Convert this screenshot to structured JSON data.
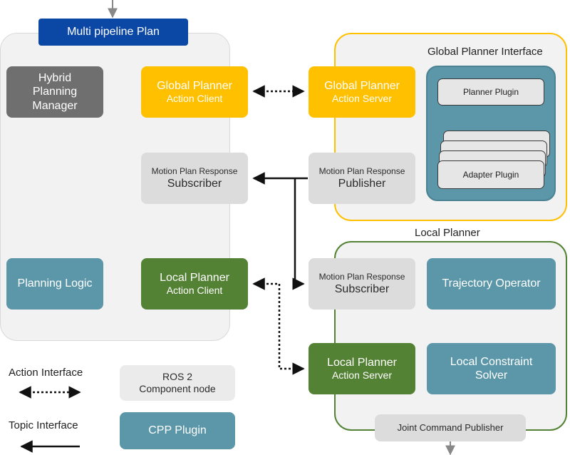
{
  "header": {
    "plan": "Multi pipeline Plan"
  },
  "left": {
    "manager": "Hybrid\nPlanning\nManager",
    "global_client": {
      "line1": "Global Planner",
      "line2": "Action Client"
    },
    "motion_sub": {
      "line1": "Motion Plan Response",
      "line2": "Subscriber"
    },
    "logic": "Planning Logic",
    "local_client": {
      "line1": "Local Planner",
      "line2": "Action Client"
    }
  },
  "global": {
    "title": "Global Planner Interface",
    "server": {
      "line1": "Global Planner",
      "line2": "Action Server"
    },
    "publisher": {
      "line1": "Motion Plan Response",
      "line2": "Publisher"
    },
    "planner_plugin": "Planner Plugin",
    "adapter_plugin": "Adapter Plugin"
  },
  "local": {
    "title": "Local Planner",
    "subscriber": {
      "line1": "Motion Plan Response",
      "line2": "Subscriber"
    },
    "trajectory": "Trajectory Operator",
    "server": {
      "line1": "Local Planner",
      "line2": "Action Server"
    },
    "solver": "Local Constraint\nSolver",
    "joint": "Joint Command Publisher"
  },
  "legend": {
    "action": "Action Interface",
    "topic": "Topic Interface",
    "ros_node": "ROS 2\nComponent node",
    "cpp_plugin": "CPP Plugin"
  },
  "colors": {
    "yellow": "#ffc000",
    "green": "#548235",
    "teal": "#5b97a8",
    "navy": "#0b47a5",
    "gray": "#6f6f6f",
    "light": "#dcdcdc"
  }
}
